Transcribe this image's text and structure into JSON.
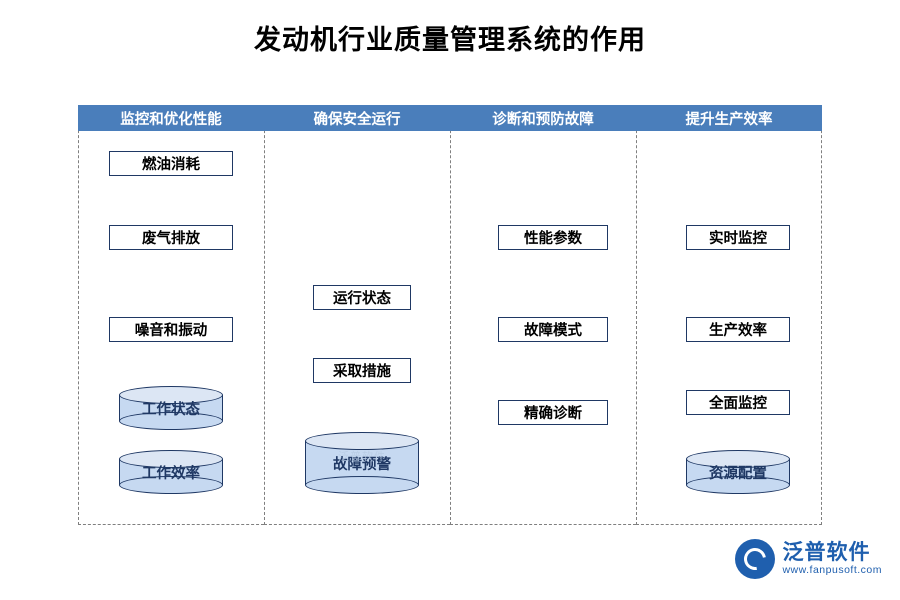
{
  "title": "发动机行业质量管理系统的作用",
  "theme": {
    "header_bg": "#4a7ebb",
    "header_text": "#ffffff",
    "node_border": "#1f3864",
    "cylinder_fill": "#c6d9f1",
    "cylinder_top": "#dce6f4",
    "cylinder_text": "#1f3864",
    "column_divider": "#7f7f7f"
  },
  "columns": [
    {
      "header": "监控和优化性能",
      "boxes": [
        "燃油消耗",
        "废气排放",
        "噪音和振动"
      ],
      "cylinders": [
        "工作状态",
        "工作效率"
      ]
    },
    {
      "header": "确保安全运行",
      "boxes": [
        "运行状态",
        "采取措施"
      ],
      "cylinders": [
        "故障预警"
      ]
    },
    {
      "header": "诊断和预防故障",
      "boxes": [
        "性能参数",
        "故障模式",
        "精确诊断"
      ],
      "cylinders": []
    },
    {
      "header": "提升生产效率",
      "boxes": [
        "实时监控",
        "生产效率",
        "全面监控"
      ],
      "cylinders": [
        "资源配置"
      ]
    }
  ],
  "watermark": "泛普软件",
  "logo": {
    "cn": "泛普软件",
    "en": "www.fanpusoft.com"
  }
}
